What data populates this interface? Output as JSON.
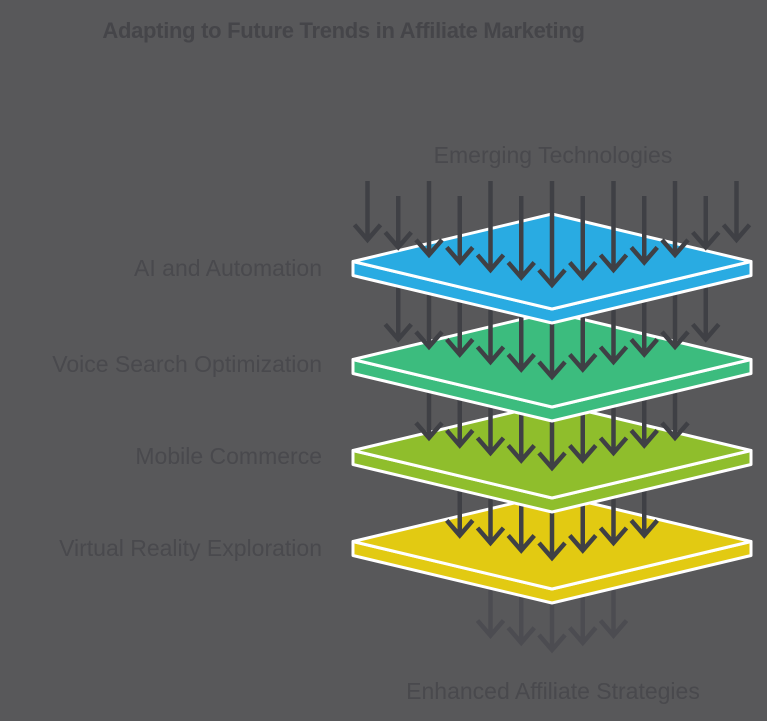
{
  "background": "#58585A",
  "title": {
    "text": "Adapting to Future Trends in Affiliate Marketing",
    "color": "#454549"
  },
  "flow": {
    "source_label": "Emerging Technologies",
    "result_label": "Enhanced Affiliate Strategies",
    "label_color": "#49494D",
    "arrow_color": "#3F4045",
    "exit_arrow_color": "#4C4C51",
    "arrows_per_band": [
      13,
      11,
      9,
      7
    ],
    "exit_arrow_count": 5
  },
  "layers": [
    {
      "id": "ai-and-automation",
      "label": "AI and Automation",
      "color": "#29ABE2"
    },
    {
      "id": "voice-search-optimization",
      "label": "Voice Search Optimization",
      "color": "#3CBC7E"
    },
    {
      "id": "mobile-commerce",
      "label": "Mobile Commerce",
      "color": "#8FBE2C"
    },
    {
      "id": "virtual-reality-exploration",
      "label": "Virtual Reality Exploration",
      "color": "#E2CA12"
    }
  ],
  "outline_color": "#FFFFFF"
}
